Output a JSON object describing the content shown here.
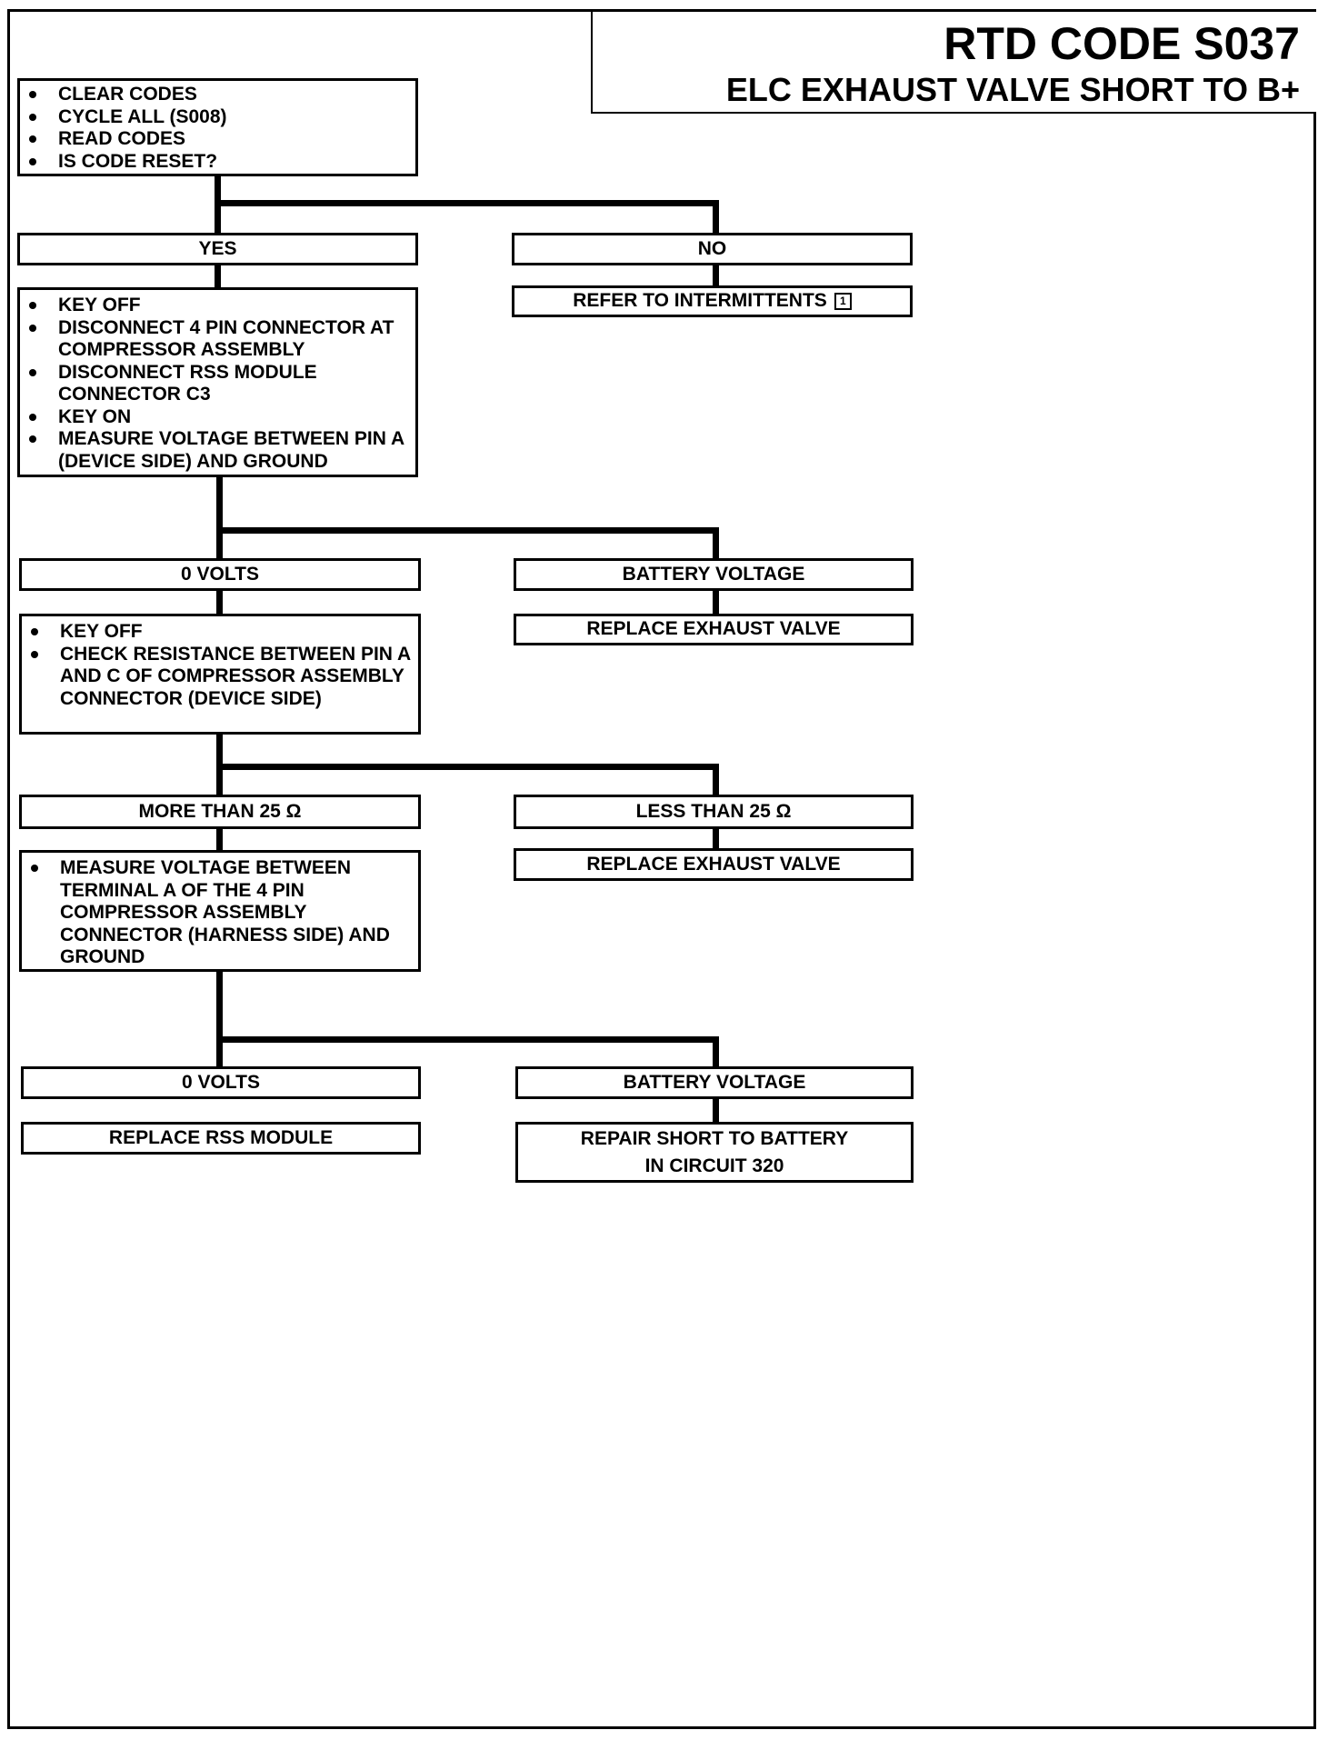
{
  "header": {
    "code_title": "RTD CODE S037",
    "subtitle": "ELC EXHAUST VALVE SHORT TO B+"
  },
  "step1": {
    "items": [
      "CLEAR CODES",
      "CYCLE ALL (S008)",
      "READ CODES",
      "IS CODE RESET?"
    ]
  },
  "branch1": {
    "yes_label": "YES",
    "no_label": "NO",
    "no_action": "REFER TO INTERMITTENTS",
    "no_action_ref": "1"
  },
  "step2": {
    "items": [
      "KEY OFF",
      "DISCONNECT 4 PIN CONNECTOR AT COMPRESSOR ASSEMBLY",
      "DISCONNECT RSS MODULE CONNECTOR C3",
      "KEY ON",
      "MEASURE VOLTAGE BETWEEN PIN A (DEVICE SIDE) AND GROUND"
    ]
  },
  "branch2": {
    "left_label": "0 VOLTS",
    "right_label": "BATTERY VOLTAGE",
    "right_action": "REPLACE EXHAUST VALVE"
  },
  "step3": {
    "items": [
      "KEY OFF",
      "CHECK RESISTANCE BETWEEN PIN A AND C OF COMPRESSOR ASSEMBLY CONNECTOR (DEVICE SIDE)"
    ]
  },
  "branch3": {
    "left_label": "MORE THAN 25 Ω",
    "right_label": "LESS THAN 25 Ω",
    "right_action": "REPLACE EXHAUST VALVE"
  },
  "step4": {
    "items": [
      "MEASURE VOLTAGE BETWEEN TERMINAL A OF THE 4 PIN COMPRESSOR ASSEMBLY CONNECTOR (HARNESS SIDE) AND GROUND"
    ]
  },
  "branch4": {
    "left_label": "0 VOLTS",
    "left_action": "REPLACE RSS MODULE",
    "right_label": "BATTERY VOLTAGE",
    "right_action_line1": "REPAIR SHORT TO BATTERY",
    "right_action_line2": "IN CIRCUIT 320"
  }
}
